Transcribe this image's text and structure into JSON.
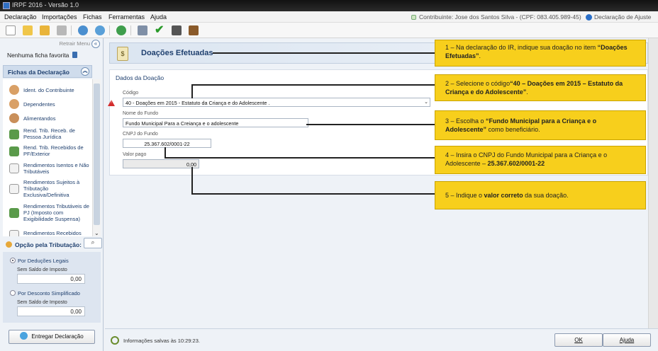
{
  "window": {
    "title": "IRPF 2016 - Versão 1.0"
  },
  "menu": [
    "Declaração",
    "Importações",
    "Fichas",
    "Ferramentas",
    "Ajuda"
  ],
  "header": {
    "contribuinte": "Contribuinte: Jose dos Santos Silva - (CPF: 083.405.989-45)",
    "declaracao_ajuste": "Declaração de Ajuste"
  },
  "toolbar": [
    "new-icon",
    "open-icon",
    "folder-icon",
    "delete-icon",
    "import-icon",
    "import2-icon",
    "globe-icon",
    "print-icon",
    "check-icon",
    "calculator-icon",
    "help-book-icon"
  ],
  "sidebar": {
    "retrair": "Retrair Menu",
    "favorita": "Nenhuma ficha favorita",
    "fichas_title": "Fichas da Declaração",
    "items": [
      {
        "label": "Ident. do Contribuinte",
        "icon": "person-icon"
      },
      {
        "label": "Dependentes",
        "icon": "dependents-icon"
      },
      {
        "label": "Alimentandos",
        "icon": "alimentandos-icon"
      },
      {
        "label": "Rend. Trib. Receb. de Pessoa Jurídica",
        "icon": "money-icon"
      },
      {
        "label": "Rend. Trib. Recebidos de PF/Exterior",
        "icon": "money-icon"
      },
      {
        "label": "Rendimentos Isentos e Não Tributáveis",
        "icon": "document-icon"
      },
      {
        "label": "Rendimentos Sujeitos à Tributação Exclusiva/Definitiva",
        "icon": "document-icon"
      },
      {
        "label": "Rendimentos Tributáveis de PJ (Imposto com Exigibilidade Suspensa)",
        "icon": "money-icon"
      },
      {
        "label": "Rendimentos Recebidos Acumuladamente",
        "icon": "document-icon"
      }
    ],
    "opcao_title": "Opção pela Tributação:",
    "deducoes_label": "Por Deduções Legais",
    "deducoes_saldo_label": "Sem Saldo de Imposto",
    "deducoes_saldo_value": "0,00",
    "simplificado_label": "Por Desconto Simplificado",
    "simplificado_saldo_label": "Sem Saldo de Imposto",
    "simplificado_saldo_value": "0,00",
    "entregar_label": "Entregar Declaração"
  },
  "main": {
    "page_title": "Doações Efetuadas",
    "section_title": "Dados da Doação",
    "codigo_label": "Código",
    "codigo_value": "40 - Doações em 2015 - Estatuto da Criança e do Adolescente .",
    "fundo_label": "Nome do Fundo",
    "fundo_value": "Fundo Municipal Para a Creiança e o adolescente",
    "cnpj_label": "CNPJ do Fundo",
    "cnpj_value": "25.367.602/0001-22",
    "valor_label": "Valor pago",
    "valor_value": "0,00"
  },
  "status": {
    "text": "Informações salvas às 10:29:23.",
    "ok_label": "OK",
    "ajuda_label": "Ajuda"
  },
  "callouts": [
    {
      "a": "1 – Na declaração do IR, indique sua doação no item ",
      "b": "“Doações Efetuadas”",
      "c": "."
    },
    {
      "a": "2 – Selecione o código",
      "b": "“40 – Doações em 2015 – Estatuto da Criança e do Adolescente”",
      "c": "."
    },
    {
      "a": "3 – Escolha o ",
      "b": "“Fundo Municipal para a Criança e o Adolescente”",
      "c": " como beneficiário."
    },
    {
      "a": "4 – Insira o CNPJ do Fundo Municipal para a Criança e o Adolescente – ",
      "b": "25.367.602/0001-22",
      "c": ""
    },
    {
      "a": "5 – Indique o ",
      "b": "valor correto",
      "c": " da sua doação."
    }
  ],
  "colors": {
    "callout": "#f7cf1c",
    "accent": "#1e3f6e",
    "warning": "#d32c2c"
  }
}
